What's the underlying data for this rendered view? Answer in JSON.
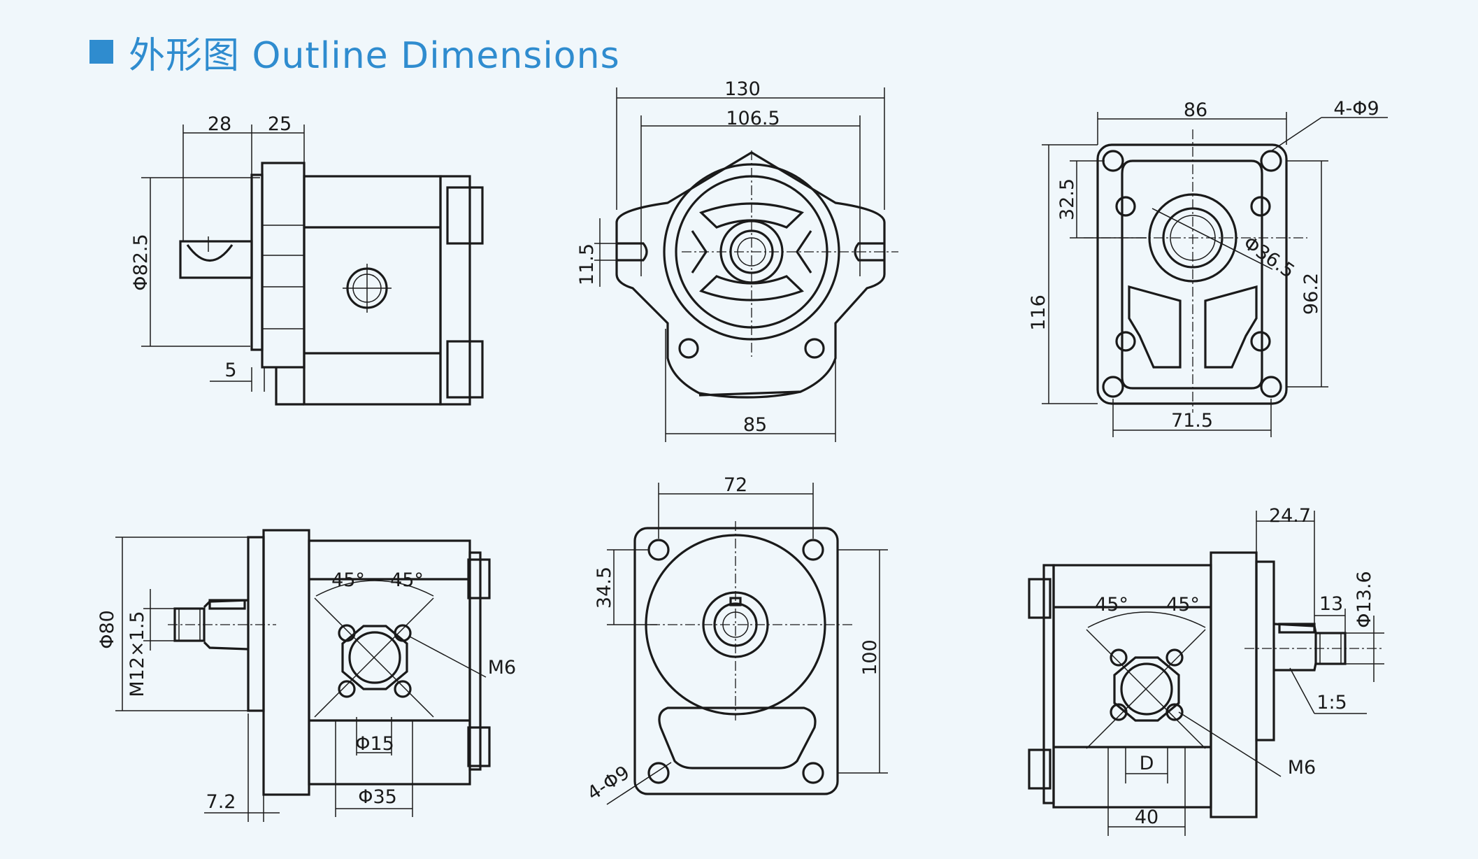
{
  "header": {
    "title": "外形图 Outline Dimensions"
  },
  "colors": {
    "accent": "#2f8ccf",
    "background": "#f0f7fb",
    "line": "#1a1a1a"
  },
  "views": {
    "side_top": {
      "dim_28": "28",
      "dim_25": "25",
      "dim_82_5": "Φ82.5",
      "dim_5": "5"
    },
    "front_top": {
      "dim_130": "130",
      "dim_106_5": "106.5",
      "dim_11_5": "11.5",
      "dim_85": "85"
    },
    "rear_top": {
      "dim_86": "86",
      "dim_4_phi9": "4-Φ9",
      "dim_32_5": "32.5",
      "dim_116": "116",
      "dim_96_2": "96.2",
      "dim_phi36_5": "Φ36.5",
      "dim_71_5": "71.5"
    },
    "side_bottom_left": {
      "dim_80": "Φ80",
      "dim_m12": "M12×1.5",
      "angle_left": "45°",
      "angle_right": "45°",
      "thread": "M6",
      "dim_15": "Φ15",
      "dim_35": "Φ35",
      "dim_7_2": "7.2"
    },
    "front_bottom": {
      "dim_72": "72",
      "dim_34_5": "34.5",
      "dim_100": "100",
      "dim_4_phi9": "4-Φ9"
    },
    "side_bottom_right": {
      "dim_24_7": "24.7",
      "dim_13": "13",
      "dim_13_6": "Φ13.6",
      "angle_left": "45°",
      "angle_right": "45°",
      "taper": "1:5",
      "thread": "M6",
      "dim_d": "D",
      "dim_40": "40"
    }
  }
}
